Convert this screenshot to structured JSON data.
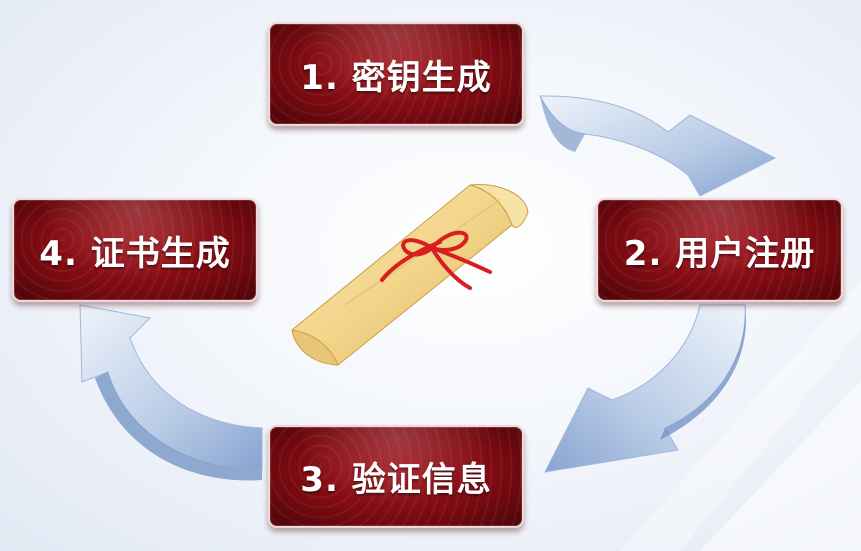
{
  "diagram": {
    "steps": [
      {
        "label": "1. 密钥生成"
      },
      {
        "label": "2. 用户注册"
      },
      {
        "label": "3. 验证信息"
      },
      {
        "label": "4. 证书生成"
      }
    ],
    "colors": {
      "box_dark": "#4c0508",
      "box_mid": "#a3141d",
      "arrow_light": "#e8eef8",
      "arrow_dark": "#8faad4",
      "scroll_paper": "#f4d98e",
      "ribbon": "#d81e1e"
    },
    "icons": {
      "center": "rolled-certificate-scroll-icon",
      "arrows": "curved-arrow-icon"
    }
  }
}
